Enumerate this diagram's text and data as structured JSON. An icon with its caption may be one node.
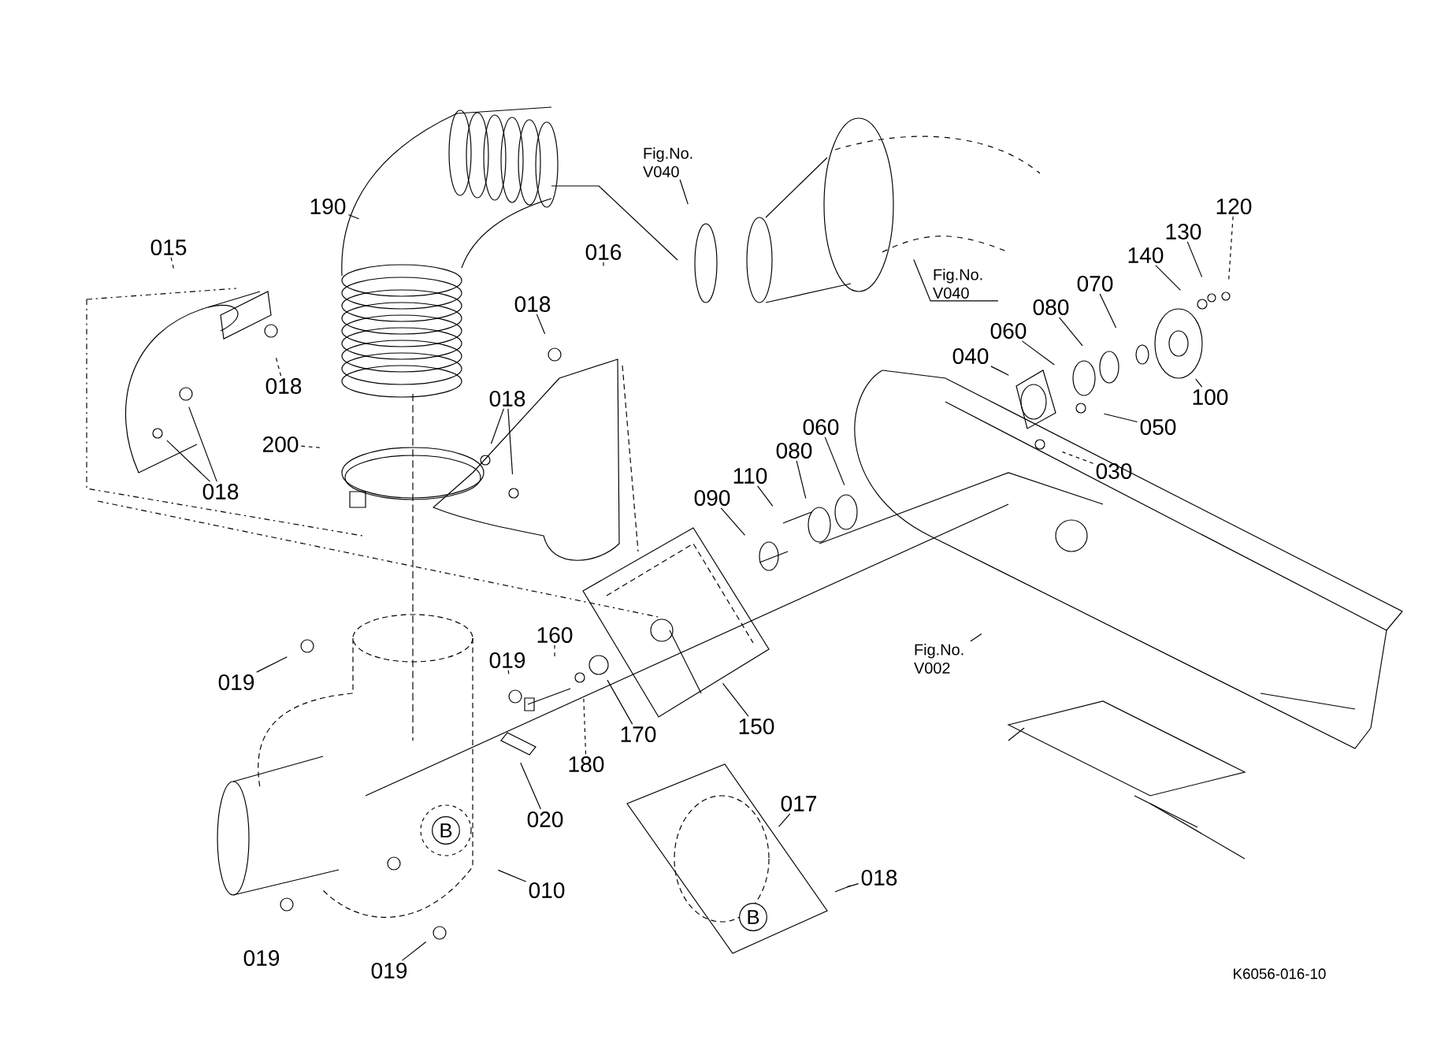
{
  "diagram": {
    "nodes": [
      {
        "text": [
          "190"
        ]
      },
      {
        "text": [
          "015"
        ]
      },
      {
        "text": [
          "018"
        ]
      },
      {
        "text": [
          "018"
        ]
      },
      {
        "text": [
          "016"
        ]
      },
      {
        "text": [
          "018"
        ]
      },
      {
        "text": [
          "018"
        ]
      },
      {
        "text": [
          "200"
        ]
      },
      {
        "text": [
          "Fig.No. V040"
        ]
      },
      {
        "text": [
          "Fig.No. V040"
        ]
      },
      {
        "text": [
          "120"
        ]
      },
      {
        "text": [
          "130"
        ]
      },
      {
        "text": [
          "140"
        ]
      },
      {
        "text": [
          "070"
        ]
      },
      {
        "text": [
          "080"
        ]
      },
      {
        "text": [
          "060"
        ]
      },
      {
        "text": [
          "040"
        ]
      },
      {
        "text": [
          "100"
        ]
      },
      {
        "text": [
          "050"
        ]
      },
      {
        "text": [
          "030"
        ]
      },
      {
        "text": [
          "060"
        ]
      },
      {
        "text": [
          "080"
        ]
      },
      {
        "text": [
          "110"
        ]
      },
      {
        "text": [
          "090"
        ]
      },
      {
        "text": [
          "160"
        ]
      },
      {
        "text": [
          "019"
        ]
      },
      {
        "text": [
          "019"
        ]
      },
      {
        "text": [
          "180"
        ]
      },
      {
        "text": [
          "170"
        ]
      },
      {
        "text": [
          "150"
        ]
      },
      {
        "text": [
          "020"
        ]
      },
      {
        "text": [
          "010"
        ]
      },
      {
        "text": [
          "B"
        ]
      },
      {
        "text": [
          "017"
        ]
      },
      {
        "text": [
          "B"
        ]
      },
      {
        "text": [
          "018"
        ]
      },
      {
        "text": [
          "019"
        ]
      },
      {
        "text": [
          "Fig.No. V002"
        ]
      }
    ],
    "edges": [
      {
        "from": 0,
        "to": null,
        "arrow": "none"
      },
      {
        "from": 1,
        "to": null,
        "arrow": "none",
        "style": "dashed"
      },
      {
        "from": 2,
        "to": null,
        "arrow": "none",
        "style": "dashed"
      },
      {
        "from": 3,
        "to": null,
        "arrow": "none"
      },
      {
        "from": 3,
        "to": null,
        "arrow": "none"
      },
      {
        "from": 4,
        "to": null,
        "arrow": "none",
        "style": "dashed"
      },
      {
        "from": 5,
        "to": null,
        "arrow": "none"
      },
      {
        "from": 6,
        "to": null,
        "arrow": "none"
      },
      {
        "from": 6,
        "to": null,
        "arrow": "none"
      },
      {
        "from": 7,
        "to": null,
        "arrow": "none",
        "style": "dashed"
      },
      {
        "from": 8,
        "to": null,
        "arrow": "none"
      },
      {
        "from": 9,
        "to": null,
        "arrow": "none"
      },
      {
        "from": 10,
        "to": null,
        "arrow": "none",
        "style": "dashed"
      },
      {
        "from": 11,
        "to": null,
        "arrow": "none"
      },
      {
        "from": 12,
        "to": null,
        "arrow": "none"
      },
      {
        "from": 13,
        "to": null,
        "arrow": "none"
      },
      {
        "from": 14,
        "to": null,
        "arrow": "none"
      },
      {
        "from": 15,
        "to": null,
        "arrow": "none"
      },
      {
        "from": 16,
        "to": null,
        "arrow": "none"
      },
      {
        "from": 17,
        "to": null,
        "arrow": "none"
      },
      {
        "from": 18,
        "to": null,
        "arrow": "none"
      },
      {
        "from": 19,
        "to": null,
        "arrow": "none",
        "style": "dashed"
      },
      {
        "from": 20,
        "to": null,
        "arrow": "none"
      },
      {
        "from": 21,
        "to": null,
        "arrow": "none"
      },
      {
        "from": 22,
        "to": null,
        "arrow": "none"
      },
      {
        "from": 23,
        "to": null,
        "arrow": "none"
      },
      {
        "from": 24,
        "to": null,
        "arrow": "none",
        "style": "dashed"
      },
      {
        "from": 25,
        "to": null,
        "arrow": "none",
        "style": "dashed"
      },
      {
        "from": 26,
        "to": null,
        "arrow": "none"
      },
      {
        "from": 27,
        "to": null,
        "arrow": "none",
        "style": "dashed"
      },
      {
        "from": 28,
        "to": null,
        "arrow": "none"
      },
      {
        "from": 29,
        "to": null,
        "arrow": "none"
      },
      {
        "from": 30,
        "to": null,
        "arrow": "none"
      },
      {
        "from": 31,
        "to": null,
        "arrow": "none"
      },
      {
        "from": 33,
        "to": null,
        "arrow": "none"
      },
      {
        "from": 35,
        "to": null,
        "arrow": "none"
      },
      {
        "from": 36,
        "to": null,
        "arrow": "none"
      },
      {
        "from": 37,
        "to": null,
        "arrow": "none"
      }
    ],
    "labels": [
      "019",
      "K6056-016-10"
    ]
  }
}
